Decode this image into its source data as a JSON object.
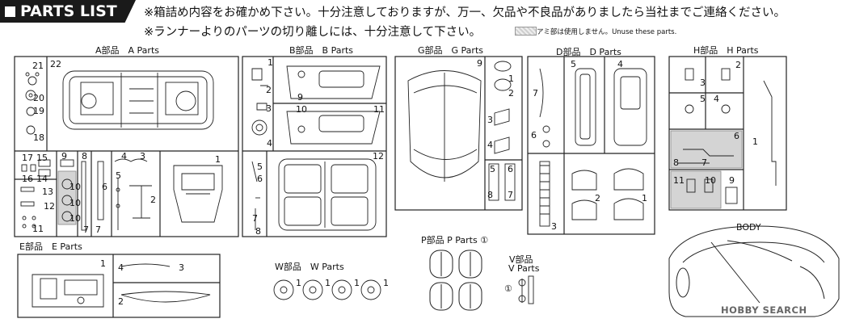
{
  "header": {
    "title": "PARTS LIST"
  },
  "notes": {
    "line1": "※箱詰め内容をお確かめ下さい。十分注意しておりますが、万一、欠品や不良品がありましたら当社までご連絡ください。",
    "line2": "※ランナーよりのパーツの切り離しには、十分注意して下さい。",
    "unused": "アミ部は使用しません。Unuse these parts."
  },
  "runners": {
    "A": {
      "label": "A部品　A Parts"
    },
    "B": {
      "label": "B部品　B Parts"
    },
    "G": {
      "label": "G部品　G Parts"
    },
    "D": {
      "label": "D部品　D Parts"
    },
    "H": {
      "label": "H部品　H Parts"
    },
    "E": {
      "label": "E部品　E Parts"
    },
    "W": {
      "label": "W部品　W Parts"
    },
    "P": {
      "label": "P部品 P Parts ①"
    },
    "V": {
      "label1": "V部品",
      "label2": "V Parts"
    },
    "BODY": {
      "label": "BODY"
    }
  },
  "part_numbers": {
    "A": [
      "21",
      "22",
      "20",
      "19",
      "18",
      "17",
      "15",
      "16",
      "9",
      "8",
      "14",
      "13",
      "10",
      "12",
      "11",
      "10",
      "10",
      "7",
      "6",
      "4",
      "3",
      "5",
      "7",
      "2",
      "1"
    ],
    "B": [
      "1",
      "2",
      "9",
      "3",
      "10",
      "11",
      "4",
      "5",
      "12",
      "6",
      "7",
      "8"
    ],
    "G": [
      "9",
      "1",
      "2",
      "3",
      "4",
      "5",
      "6",
      "7",
      "8"
    ],
    "D": [
      "5",
      "4",
      "7",
      "6",
      "3",
      "2",
      "1"
    ],
    "H": [
      "2",
      "3",
      "5",
      "4",
      "6",
      "1",
      "8",
      "7",
      "11",
      "10",
      "9"
    ],
    "E": [
      "1",
      "4",
      "3",
      "2"
    ],
    "W": [
      "1",
      "1",
      "1",
      "1"
    ],
    "V": [
      "①"
    ]
  },
  "watermark": "HOBBY SEARCH",
  "colors": {
    "ink": "#111111",
    "hatch": "#cfcfcf",
    "header_bg": "#1a1a1a"
  }
}
